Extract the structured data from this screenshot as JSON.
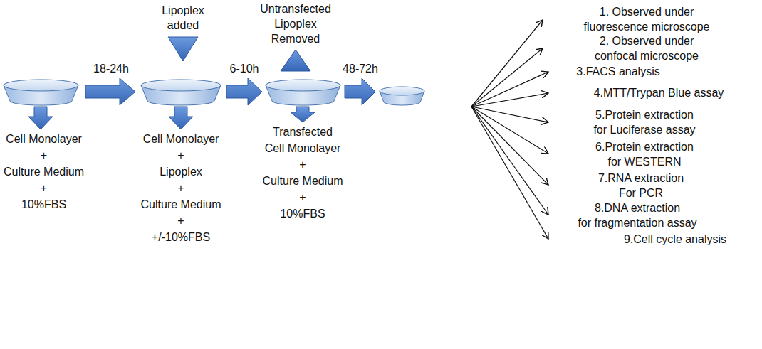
{
  "diagram": {
    "nodes": [
      {
        "text": [
          "Cell Monolayer",
          "+",
          "Culture Medium",
          "+",
          "10%FBS"
        ]
      },
      {
        "text": [
          "Cell Monolayer",
          "+",
          "Lipoplex",
          "+",
          "Culture Medium",
          "+",
          "+/-10%FBS"
        ]
      },
      {
        "text": [
          "Transfected",
          "Cell Monolayer",
          "+",
          "Culture Medium",
          "+",
          "10%FBS"
        ]
      },
      {
        "text": [
          "1. Observed under",
          "fluorescence microscope"
        ]
      },
      {
        "text": [
          "2. Observed under",
          "confocal microscope"
        ]
      },
      {
        "text": [
          "3.FACS analysis"
        ]
      },
      {
        "text": [
          "4.MTT/Trypan Blue assay"
        ]
      },
      {
        "text": [
          "5.Protein extraction",
          "for Luciferase assay"
        ]
      },
      {
        "text": [
          "6.Protein extraction",
          "for WESTERN"
        ]
      },
      {
        "text": [
          "7.RNA extraction",
          "For PCR"
        ]
      },
      {
        "text": [
          "8.DNA extraction",
          "for fragmentation assay"
        ]
      },
      {
        "text": [
          "9.Cell cycle analysis"
        ]
      }
    ],
    "labels": [
      "18-24h",
      "Lipoplex added",
      "6-10h",
      "Untransfected Lipoplex Removed",
      "48-72h"
    ]
  }
}
